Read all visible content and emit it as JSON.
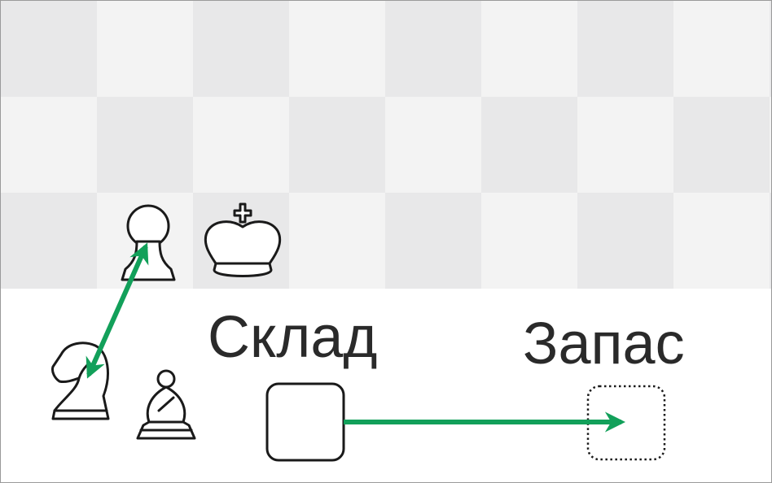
{
  "labels": {
    "storage": "Склад",
    "reserve": "Запас"
  },
  "board": {
    "light_color": "#f3f3f3",
    "dark_color": "#e8e8e9"
  },
  "pieces": {
    "pawn": "white-pawn",
    "king": "white-king",
    "knight": "white-knight",
    "bishop": "white-bishop"
  },
  "arrow_color": "#12a05a",
  "piece_color": "#ffffff",
  "outline_color": "#1a1a1a"
}
